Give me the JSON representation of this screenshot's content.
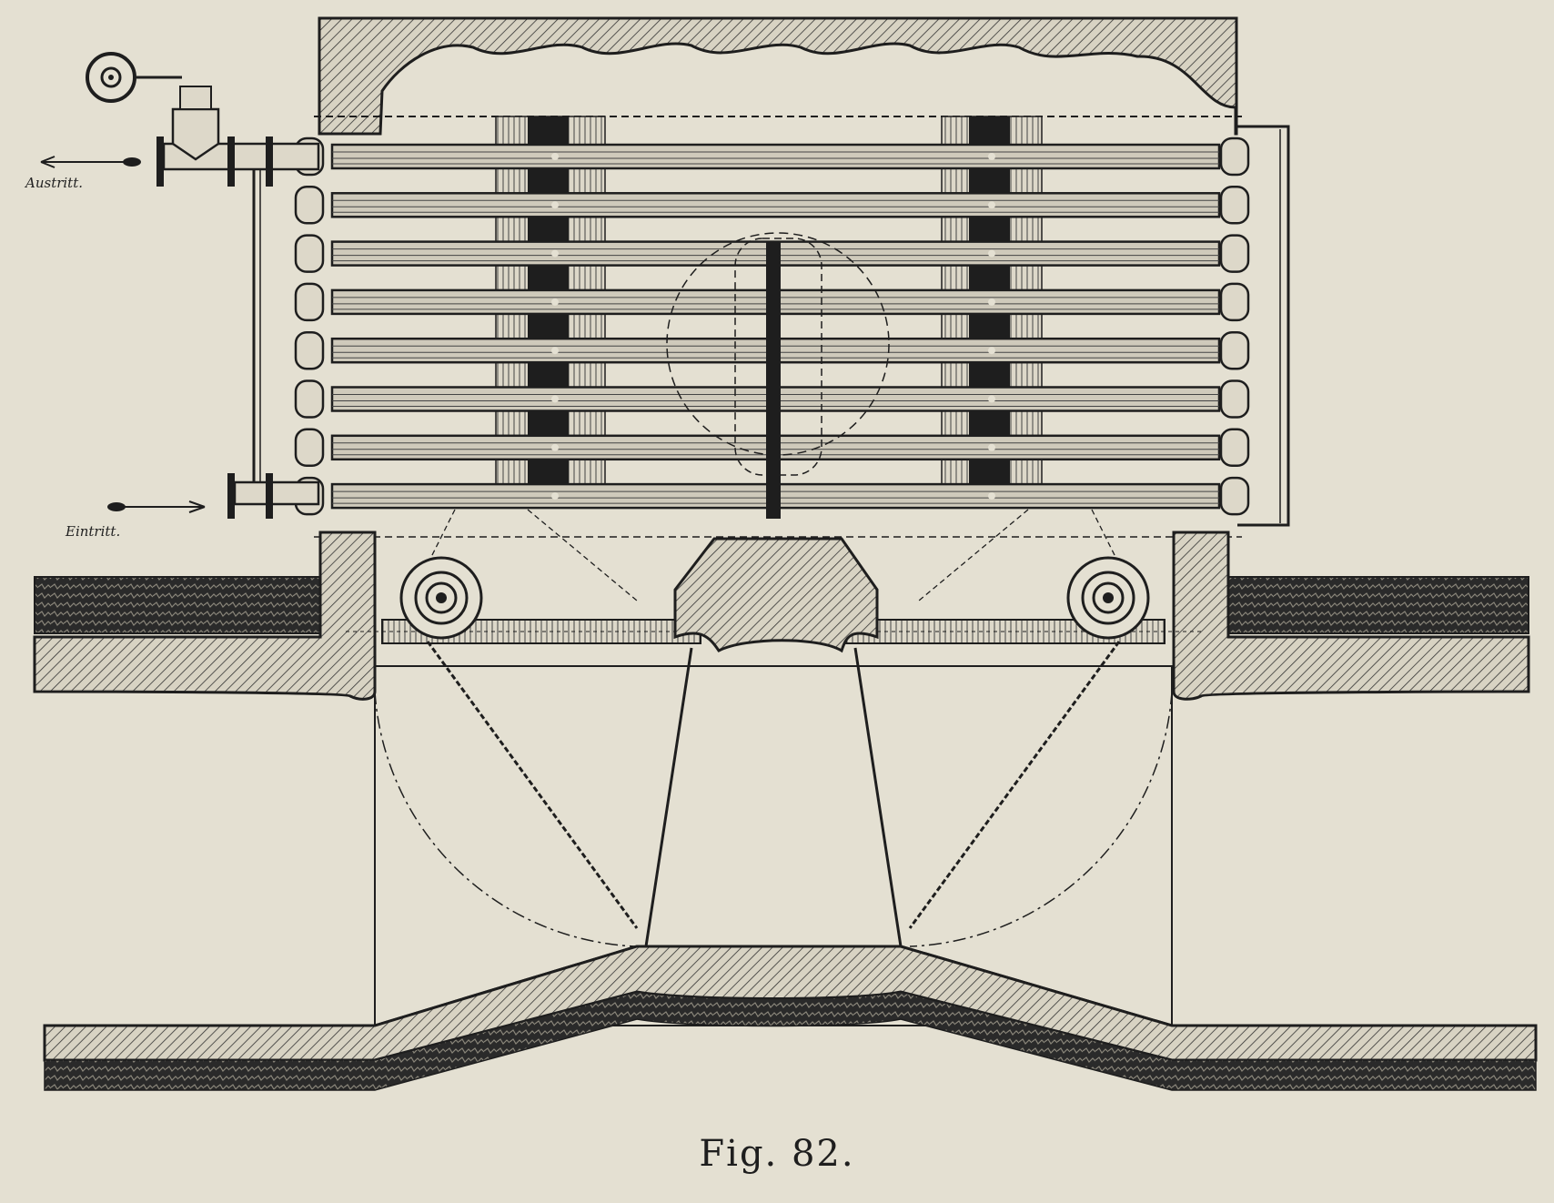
{
  "figure": {
    "caption": "Fig. 82.",
    "labels": {
      "outlet": "Austritt.",
      "inlet": "Eintritt."
    },
    "tube_rows": 8,
    "colors": {
      "paper": "#e4e0d2",
      "ink": "#1e1e1e"
    }
  }
}
